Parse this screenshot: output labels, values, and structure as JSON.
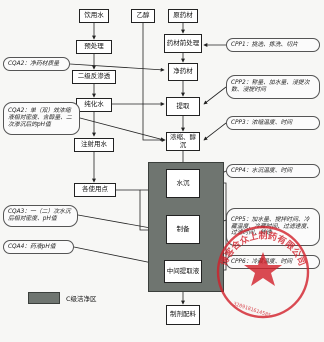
{
  "nodes": {
    "n_drinking_water": "饮用水",
    "n_ethanol": "乙醇",
    "n_raw_herbs": "原药材",
    "n_pretreat": "预处理",
    "n_herb_prep": "药材前处理",
    "n_secondary_ro": "二级反渗透",
    "n_clean_herb": "净药材",
    "n_pure_water": "纯化水",
    "n_extract": "提取",
    "n_concentrate": "浓缩、醇沉",
    "n_wfi": "注射用水",
    "n_use_points": "各使用点",
    "n_water_sed": "水沉",
    "n_prep": "制备",
    "n_intermediate": "中间提取液",
    "n_final": "制剂配料"
  },
  "cqa_labels": [
    "CQA2：净药材质量",
    "CQA2：单（双）效浓缩液相对密度、含醇量、二次渗沉后的pH值",
    "CQA3：一（二）次水沉后相对密度、pH值",
    "CQA4：药液pH值"
  ],
  "cpp_labels": [
    "CPP1：挑选、拣洗、切片",
    "CPP2：称量、加水量、浸提次数、浸提时间",
    "CPP3：浓缩温度、时间",
    "CPP4：水沉温度、时间",
    "CPP5：加水量、搅拌时间、冷藏温度、冷藏时间、过滤速度、过滤时间、转速",
    "CPP6：冷藏温度、时间"
  ],
  "legend": {
    "label": "C级洁净区",
    "color": "#6f7570"
  },
  "stamp": {
    "text": "博客合众上制药有限公司",
    "number": "3209181614585"
  }
}
